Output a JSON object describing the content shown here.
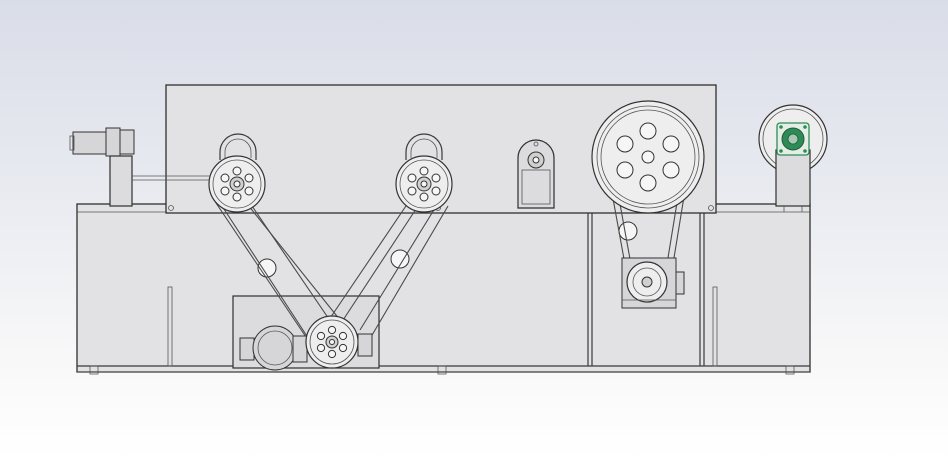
{
  "drawing": {
    "view": "front",
    "colors": {
      "background_top": "#d9dde8",
      "background_bottom": "#ffffff",
      "linework": "#333333",
      "panel_fill": "#e2e2e4",
      "bearing_accent": "#2e8b57"
    },
    "components": [
      "frame",
      "upper-housing",
      "idler-pulley-left",
      "idler-pulley-right",
      "drive-pulley-lower",
      "drive-motor-lower",
      "large-pulley-right",
      "gear-motor-right",
      "bearing-bracket-center",
      "servo-motor-left",
      "flange-bearing-right"
    ]
  }
}
